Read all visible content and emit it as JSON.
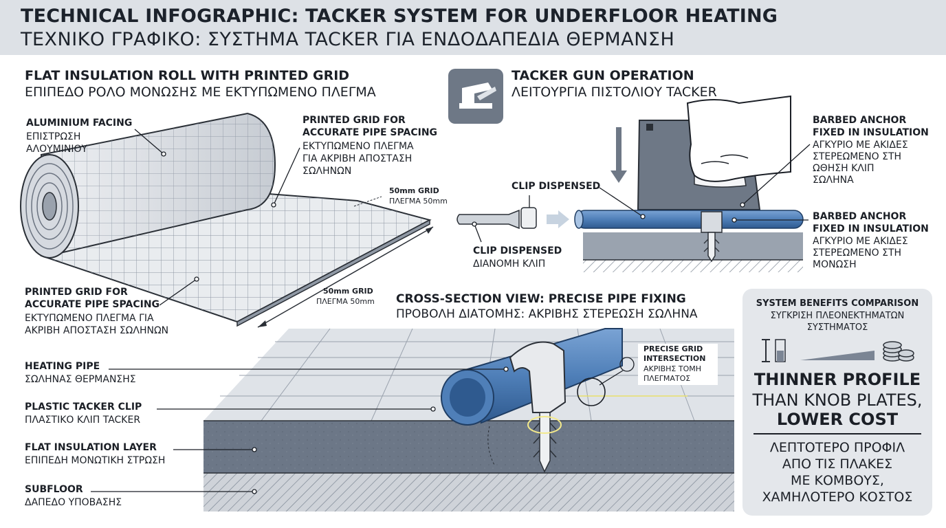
{
  "header": {
    "title": "TECHNICAL INFOGRAPHIC: TACKER SYSTEM FOR UNDERFLOOR HEATING",
    "subtitle": "ΤΕΧΝΙΚΟ ΓΡΑΦΙΚΟ: ΣΥΣΤΗΜΑ TACKER ΓΙΑ ΕΝΔΟΔΑΠΕΔΙΑ ΘΕΡΜΑΝΣΗ"
  },
  "roll_section": {
    "title": "FLAT INSULATION ROLL WITH PRINTED GRID",
    "title_gr": "ΕΠΙΠΕΔΟ ΡΟΛΟ ΜΟΝΩΣΗΣ ΜΕ ΕΚΤΥΠΩΜΕΝΟ ΠΛΕΓΜΑ",
    "aluminium": {
      "en": "ALUMINIUM FACING",
      "gr_1": "ΕΠΙΣΤΡΩΣΗ",
      "gr_2": "ΑΛΟΥΜΙΝΙΟΥ"
    },
    "grid_top": {
      "en_1": "PRINTED GRID FOR",
      "en_2": "ACCURATE PIPE SPACING",
      "gr_1": "ΕΚΤΥΠΩΜΕΝΟ ΠΛΕΓΜΑ",
      "gr_2": "ΓΙΑ ΑΚΡΙΒΗ ΑΠΟΣΤΑΣΗ",
      "gr_3": "ΣΩΛΗΝΩΝ"
    },
    "grid_bottom": {
      "en_1": "PRINTED GRID FOR",
      "en_2": "ACCURATE PIPE SPACING",
      "gr_1": "ΕΚΤΥΠΩΜΕΝΟ ΠΛΕΓΜΑ ΓΙΑ",
      "gr_2": "ΑΚΡΙΒΗ ΑΠΟΣΤΑΣΗ ΣΩΛΗΝΩΝ"
    },
    "dim_small": {
      "en": "50mm GRID",
      "gr": "ΠΛΕΓΜΑ 50mm"
    },
    "dim_large": {
      "en": "50mm GRID",
      "gr": "ΠΛΕΓΜΑ 50mm"
    }
  },
  "tacker_section": {
    "icon": "staple-gun-icon",
    "title": "TACKER GUN OPERATION",
    "title_gr": "ΛΕΙΤΟΥΡΓΙΑ ΠΙΣΤΟΛΙΟΥ TACKER",
    "clip_top": "CLIP DISPENSED",
    "clip_bottom": {
      "en": "CLIP DISPENSED",
      "gr": "ΔΙΑΝΟΜΗ ΚΛΙΠ"
    },
    "anchor_1": {
      "en_1": "BARBED ANCHOR",
      "en_2": "FIXED IN INSULATION",
      "gr_1": "ΑΓΚΥΡΙΟ ΜΕ ΑΚΙΔΕΣ",
      "gr_2": "ΣΤΕΡΕΩΜΕΝΟ ΣΤΗ",
      "gr_3": "ΩΘΗΣΗ ΚΛΙΠ",
      "gr_4": "ΣΩΛΗΝΑ"
    },
    "anchor_2": {
      "en_1": "BARBED ANCHOR",
      "en_2": "FIXED IN INSULATION",
      "gr_1": "ΑΓΚΥΡΙΟ ΜΕ ΑΚΙΔΕΣ",
      "gr_2": "ΣΤΕΡΕΩΜΕΝΟ ΣΤΗ",
      "gr_3": "ΜΟΝΩΣΗ"
    }
  },
  "cross_section": {
    "title": "CROSS-SECTION VIEW: PRECISE PIPE FIXING",
    "title_gr": "ΠΡΟΒΟΛΗ ΔΙΑΤΟΜΗΣ: ΑΚΡΙΒΗΣ ΣΤΕΡΕΩΣΗ ΣΩΛΗΝΑ",
    "heating_pipe": {
      "en": "HEATING PIPE",
      "gr": "ΣΩΛΗΝΑΣ ΘΕΡΜΑΝΣΗΣ"
    },
    "tacker_clip": {
      "en": "PLASTIC TACKER CLIP",
      "gr": "ΠΛΑΣΤΙΚΟ ΚΛΙΠ TACKER"
    },
    "insulation": {
      "en": "FLAT INSULATION LAYER",
      "gr": "ΕΠΙΠΕΔΗ ΜΟΝΩΤΙΚΗ ΣΤΡΩΣΗ"
    },
    "subfloor": {
      "en": "SUBFLOOR",
      "gr": "ΔΑΠΕΔΟ ΥΠΟΒΑΣΗΣ"
    },
    "intersection": {
      "en_1": "PRECISE GRID",
      "en_2": "INTERSECTION",
      "gr_1": "ΑΚΡΙΒΗΣ ΤΟΜΗ",
      "gr_2": "ΠΛΕΓΜΑΤΟΣ"
    }
  },
  "benefits": {
    "title": "SYSTEM BENEFITS COMPARISON",
    "title_gr_1": "ΣΥΓΚΡΙΣΗ ΠΛΕΟΝΕΚΤΗΜΑΤΩΝ",
    "title_gr_2": "ΣΥΣΤΗΜΑΤΟΣ",
    "icons": [
      "thickness-icon",
      "wedge-icon",
      "coins-icon"
    ],
    "line_1": "THINNER PROFILE",
    "line_2": "THAN KNOB PLATES,",
    "line_3": "LOWER COST",
    "gr_1": "ΛΕΠΤΟΤΕΡΟ ΠΡΟΦΙΛ",
    "gr_2": "ΑΠΟ ΤΙΣ ΠΛΑΚΕΣ",
    "gr_3": "ΜΕ ΚΟΜΒΟΥΣ,",
    "gr_4": "ΧΑΜΗΛΟΤΕΡΟ ΚΟΣΤΟΣ"
  },
  "colors": {
    "pipe": "#4f7fb8",
    "insulation": "#6c7787",
    "panel": "#e4e7eb",
    "header": "#dde1e6"
  }
}
